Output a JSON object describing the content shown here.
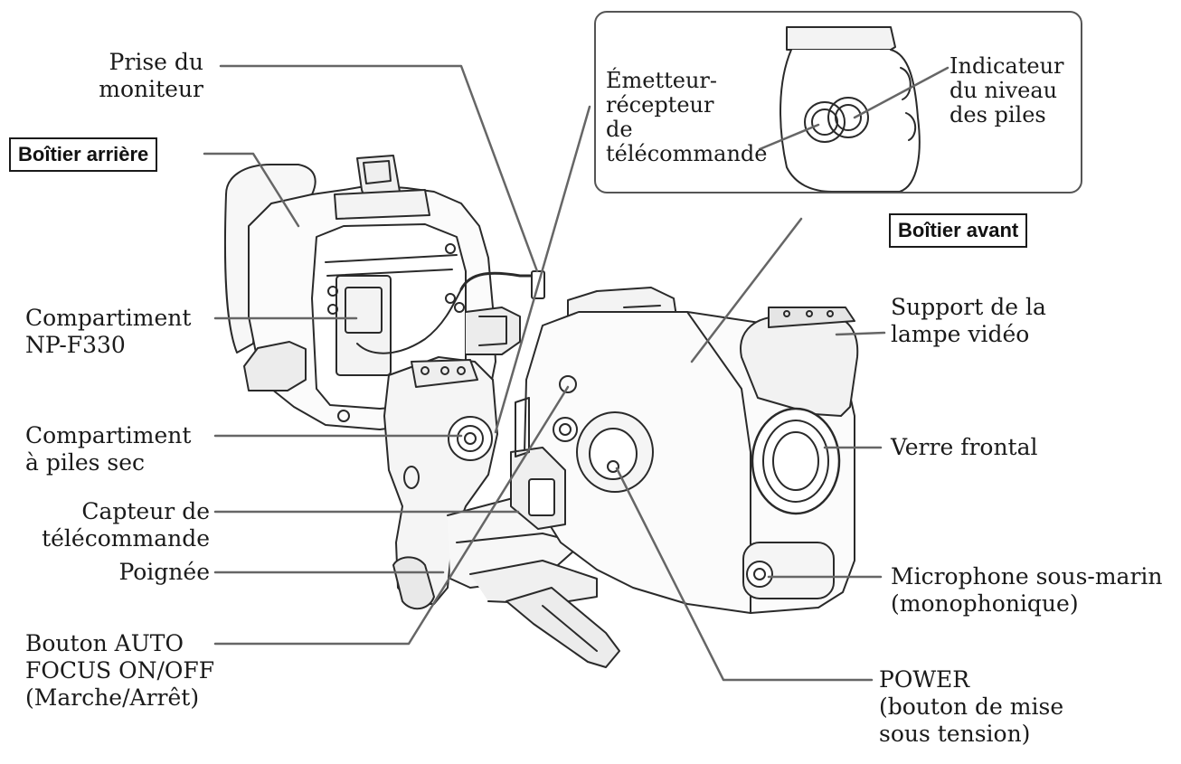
{
  "diagram": {
    "labels": {
      "monitor_jack": "Prise du\nmoniteur",
      "rear_housing": "Boîtier arrière",
      "np_compartment": "Compartiment\nNP-F330",
      "dry_battery_compartment": "Compartiment\nà piles sec",
      "remote_sensor": "Capteur de\ntélécommande",
      "grip": "Poignée",
      "af_button": "Bouton AUTO\nFOCUS ON/OFF\n(Marche/Arrêt)",
      "remote_transceiver": "Émetteur-\nrécepteur\nde\ntélécommande",
      "battery_indicator": "Indicateur\ndu niveau\ndes piles",
      "front_housing": "Boîtier avant",
      "light_mount": "Support de la\nlampe vidéo",
      "front_glass": "Verre frontal",
      "microphone": "Microphone sous-marin\n(monophonique)",
      "power": "POWER\n(bouton de mise\nsous tension)"
    }
  }
}
